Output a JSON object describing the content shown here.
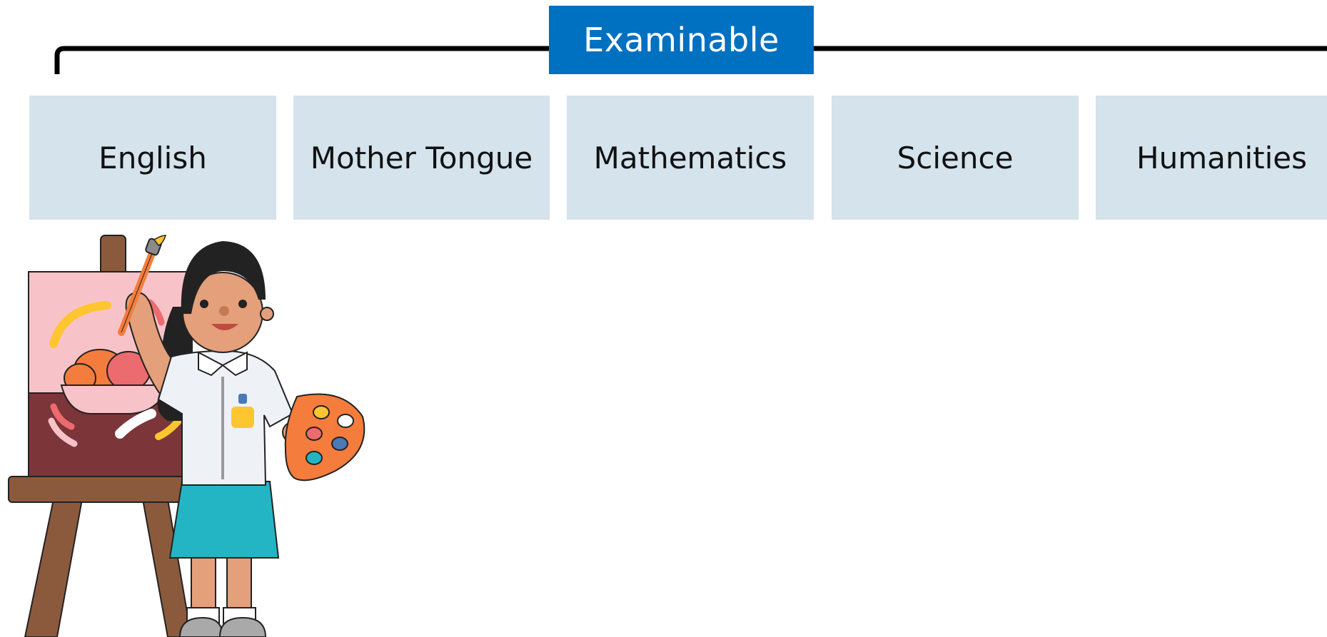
{
  "header": {
    "label": "Examinable"
  },
  "subjects": [
    {
      "label": "English"
    },
    {
      "label": "Mother Tongue"
    },
    {
      "label": "Mathematics"
    },
    {
      "label": "Science"
    },
    {
      "label": "Humanities"
    }
  ],
  "colors": {
    "header_bg": "#0070c0",
    "subject_bg": "#d4e3ec",
    "bracket": "#000000"
  },
  "illustration": {
    "icon": "student-painter-illustration"
  }
}
